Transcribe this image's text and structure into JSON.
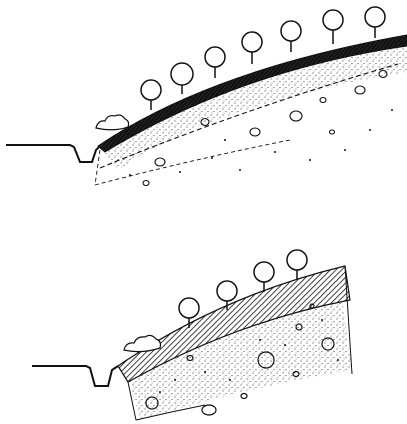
{
  "figure": {
    "panels": [
      {
        "id": "top",
        "layers": [
          "dark-surface-crust",
          "stippled-soil",
          "dashed-subsoil-boundary",
          "pebble-subsoil"
        ],
        "tree_count": 7,
        "shrub_count": 1
      },
      {
        "id": "bottom",
        "layers": [
          "hatched-surface-band",
          "stippled-soil",
          "pebble-subsoil"
        ],
        "tree_count": 4,
        "shrub_count": 1
      }
    ],
    "colors": {
      "ink": "#111111",
      "paper": "#ffffff"
    }
  }
}
